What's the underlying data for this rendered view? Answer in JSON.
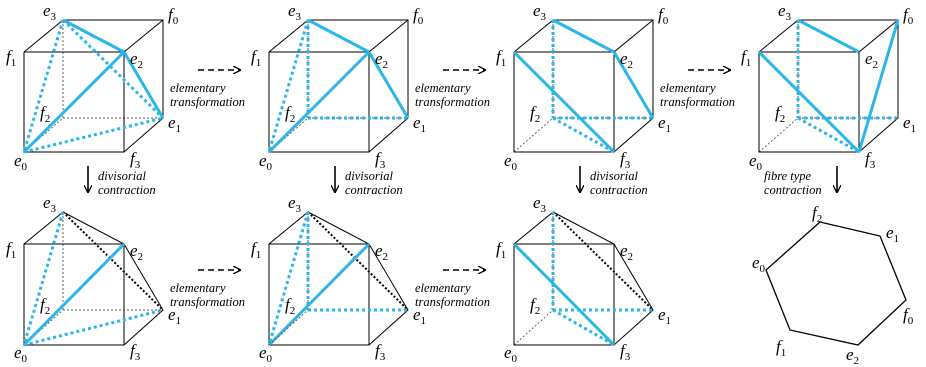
{
  "colors": {
    "edge": "#000000",
    "hidden": "#555555",
    "highlight": "#2bb6e8",
    "dotted_black": "#000000"
  },
  "annotations": {
    "elementary_a": "elementary",
    "elementary_b": "transformation",
    "divisorial_a": "divisorial",
    "divisorial_b": "contraction",
    "fibre_a": "fibre type",
    "fibre_b": "contraction"
  },
  "vertices": {
    "e": "e",
    "f": "f",
    "s0": "0",
    "s1": "1",
    "s2": "2",
    "s3": "3"
  }
}
